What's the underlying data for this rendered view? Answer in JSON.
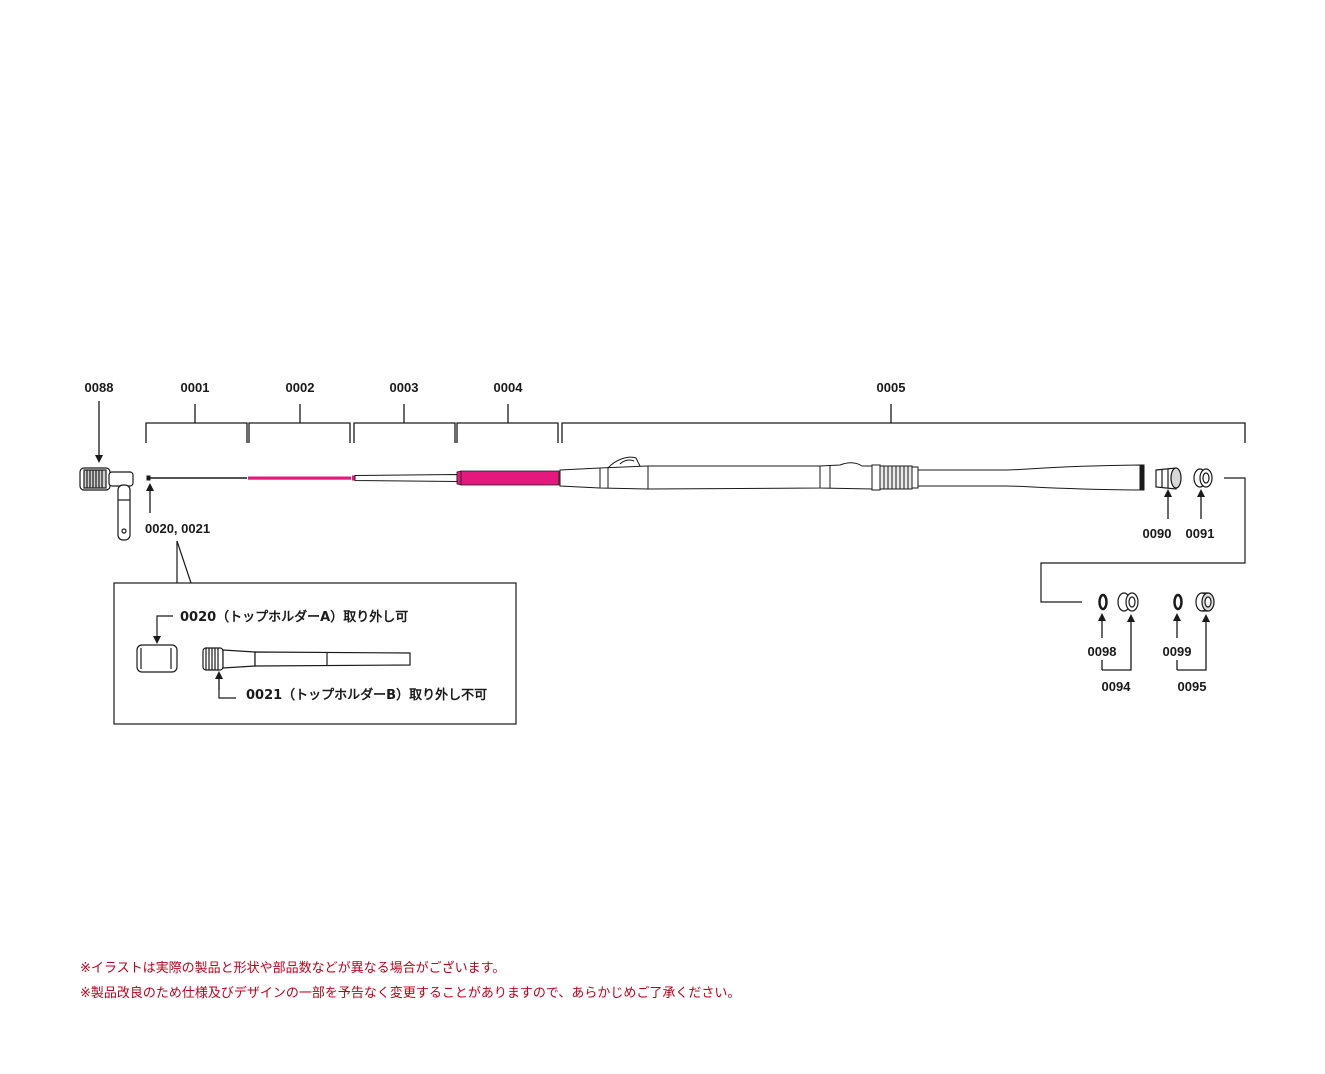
{
  "colors": {
    "line": "#1a1a1a",
    "accent": "#e5197d",
    "note": "#c0001a"
  },
  "parts": {
    "p0088": "0088",
    "p0001": "0001",
    "p0002": "0002",
    "p0003": "0003",
    "p0004": "0004",
    "p0005": "0005",
    "p0020_0021": "0020, 0021",
    "p0090": "0090",
    "p0091": "0091",
    "p0098": "0098",
    "p0094": "0094",
    "p0099": "0099",
    "p0095": "0095"
  },
  "detail": {
    "holder_a": "0020（トップホルダーA）取り外し可",
    "holder_b": "0021（トップホルダーB）取り外し不可"
  },
  "notes": {
    "line1": "※イラストは実際の製品と形状や部品数などが異なる場合がございます。",
    "line2": "※製品改良のため仕様及びデザインの一部を予告なく変更することがありますので、あらかじめご了承ください。"
  }
}
